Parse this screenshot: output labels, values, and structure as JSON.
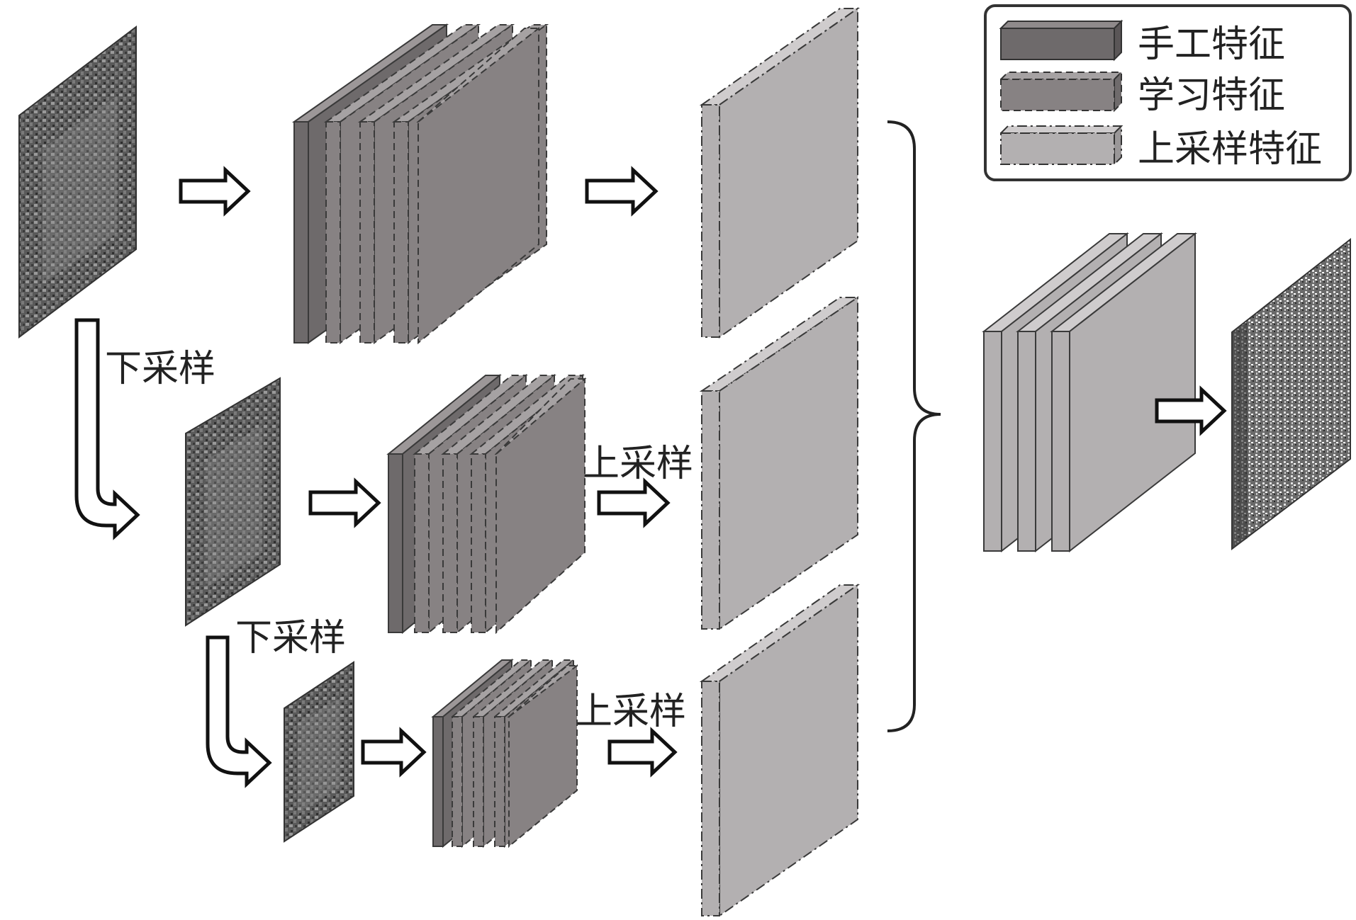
{
  "legend": {
    "handcrafted": "手工特征",
    "learned": "学习特征",
    "upsampled": "上采样特征"
  },
  "labels": {
    "downsample_1": "下采样",
    "downsample_2": "下采样",
    "upsample_1": "上采样",
    "upsample_2": "上采样"
  },
  "colors": {
    "handcrafted": "#6e6a6b",
    "learned": "#878283",
    "upsampled": "#b3b0b1",
    "outline": "#3a3a3a"
  }
}
